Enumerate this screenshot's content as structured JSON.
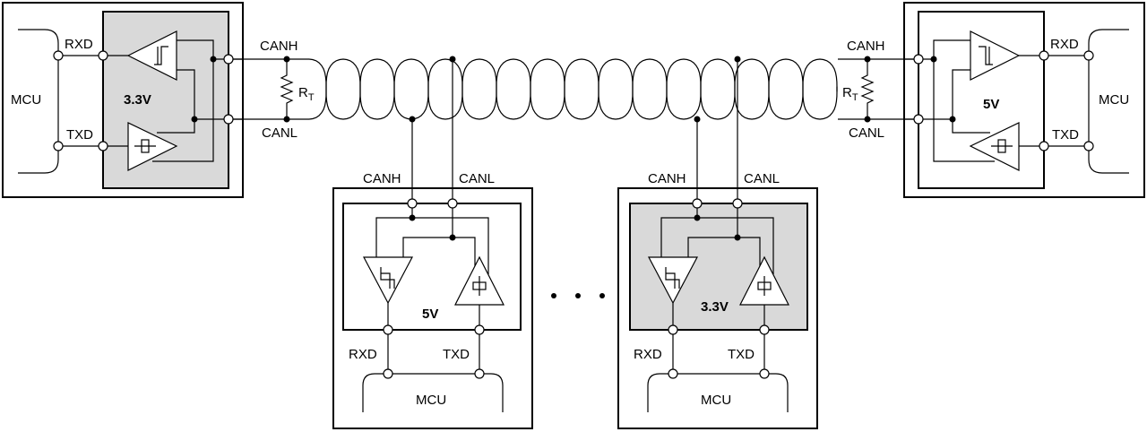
{
  "bus": {
    "canh": "CANH",
    "canl": "CANL",
    "terminator": "R",
    "terminator_sub": "T"
  },
  "nodes": [
    {
      "supply": "3.3V",
      "mcu": "MCU",
      "rxd": "RXD",
      "txd": "TXD",
      "canh": "CANH",
      "canl": "CANL",
      "shaded": true
    },
    {
      "supply": "5V",
      "mcu": "MCU",
      "rxd": "RXD",
      "txd": "TXD",
      "canh": "CANH",
      "canl": "CANL",
      "shaded": false
    },
    {
      "supply": "5V",
      "mcu": "MCU",
      "rxd": "RXD",
      "txd": "TXD",
      "canh": "CANH",
      "canl": "CANL",
      "shaded": false
    },
    {
      "supply": "3.3V",
      "mcu": "MCU",
      "rxd": "RXD",
      "txd": "TXD",
      "canh": "CANH",
      "canl": "CANL",
      "shaded": true
    }
  ],
  "colors": {
    "shaded": "#d9d9d9",
    "line": "#000000"
  }
}
